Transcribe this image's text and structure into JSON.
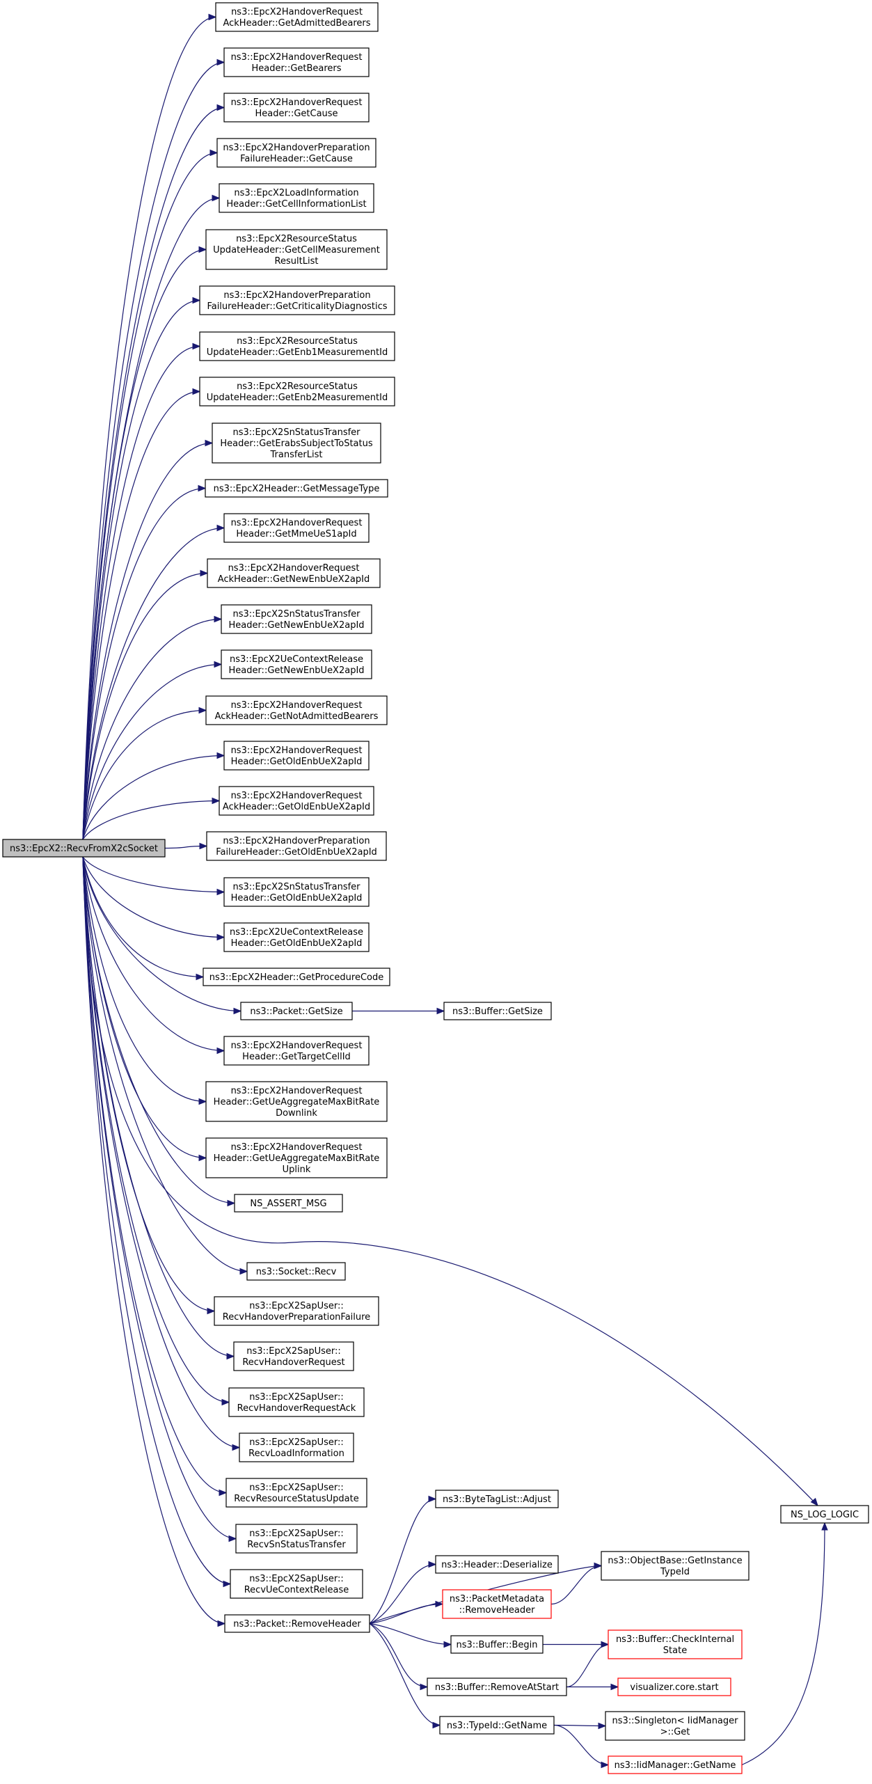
{
  "nodes": [
    {
      "id": "root",
      "lines": [
        "ns3::EpcX2::RecvFromX2cSocket"
      ],
      "style": "root"
    },
    {
      "id": "n1",
      "lines": [
        "ns3::EpcX2HandoverRequest",
        "AckHeader::GetAdmittedBearers"
      ]
    },
    {
      "id": "n2",
      "lines": [
        "ns3::EpcX2HandoverRequest",
        "Header::GetBearers"
      ]
    },
    {
      "id": "n3",
      "lines": [
        "ns3::EpcX2HandoverRequest",
        "Header::GetCause"
      ]
    },
    {
      "id": "n4",
      "lines": [
        "ns3::EpcX2HandoverPreparation",
        "FailureHeader::GetCause"
      ]
    },
    {
      "id": "n5",
      "lines": [
        "ns3::EpcX2LoadInformation",
        "Header::GetCellInformationList"
      ]
    },
    {
      "id": "n6",
      "lines": [
        "ns3::EpcX2ResourceStatus",
        "UpdateHeader::GetCellMeasurement",
        "ResultList"
      ]
    },
    {
      "id": "n7",
      "lines": [
        "ns3::EpcX2HandoverPreparation",
        "FailureHeader::GetCriticalityDiagnostics"
      ]
    },
    {
      "id": "n8",
      "lines": [
        "ns3::EpcX2ResourceStatus",
        "UpdateHeader::GetEnb1MeasurementId"
      ]
    },
    {
      "id": "n9",
      "lines": [
        "ns3::EpcX2ResourceStatus",
        "UpdateHeader::GetEnb2MeasurementId"
      ]
    },
    {
      "id": "n10",
      "lines": [
        "ns3::EpcX2SnStatusTransfer",
        "Header::GetErabsSubjectToStatus",
        "TransferList"
      ]
    },
    {
      "id": "n11",
      "lines": [
        "ns3::EpcX2Header::GetMessageType"
      ]
    },
    {
      "id": "n12",
      "lines": [
        "ns3::EpcX2HandoverRequest",
        "Header::GetMmeUeS1apId"
      ]
    },
    {
      "id": "n13",
      "lines": [
        "ns3::EpcX2HandoverRequest",
        "AckHeader::GetNewEnbUeX2apId"
      ]
    },
    {
      "id": "n14",
      "lines": [
        "ns3::EpcX2SnStatusTransfer",
        "Header::GetNewEnbUeX2apId"
      ]
    },
    {
      "id": "n15",
      "lines": [
        "ns3::EpcX2UeContextRelease",
        "Header::GetNewEnbUeX2apId"
      ]
    },
    {
      "id": "n16",
      "lines": [
        "ns3::EpcX2HandoverRequest",
        "AckHeader::GetNotAdmittedBearers"
      ]
    },
    {
      "id": "n17",
      "lines": [
        "ns3::EpcX2HandoverRequest",
        "Header::GetOldEnbUeX2apId"
      ]
    },
    {
      "id": "n18",
      "lines": [
        "ns3::EpcX2HandoverRequest",
        "AckHeader::GetOldEnbUeX2apId"
      ]
    },
    {
      "id": "n19",
      "lines": [
        "ns3::EpcX2HandoverPreparation",
        "FailureHeader::GetOldEnbUeX2apId"
      ]
    },
    {
      "id": "n20",
      "lines": [
        "ns3::EpcX2SnStatusTransfer",
        "Header::GetOldEnbUeX2apId"
      ]
    },
    {
      "id": "n21",
      "lines": [
        "ns3::EpcX2UeContextRelease",
        "Header::GetOldEnbUeX2apId"
      ]
    },
    {
      "id": "n22",
      "lines": [
        "ns3::EpcX2Header::GetProcedureCode"
      ]
    },
    {
      "id": "n23",
      "lines": [
        "ns3::Packet::GetSize"
      ]
    },
    {
      "id": "n24",
      "lines": [
        "ns3::Buffer::GetSize"
      ]
    },
    {
      "id": "n25",
      "lines": [
        "ns3::EpcX2HandoverRequest",
        "Header::GetTargetCellId"
      ]
    },
    {
      "id": "n26",
      "lines": [
        "ns3::EpcX2HandoverRequest",
        "Header::GetUeAggregateMaxBitRate",
        "Downlink"
      ]
    },
    {
      "id": "n27",
      "lines": [
        "ns3::EpcX2HandoverRequest",
        "Header::GetUeAggregateMaxBitRate",
        "Uplink"
      ]
    },
    {
      "id": "n28",
      "lines": [
        "NS_ASSERT_MSG"
      ]
    },
    {
      "id": "n29",
      "lines": [
        "NS_LOG_LOGIC"
      ]
    },
    {
      "id": "n30",
      "lines": [
        "ns3::Socket::Recv"
      ]
    },
    {
      "id": "n31",
      "lines": [
        "ns3::EpcX2SapUser::",
        "RecvHandoverPreparationFailure"
      ]
    },
    {
      "id": "n32",
      "lines": [
        "ns3::EpcX2SapUser::",
        "RecvHandoverRequest"
      ]
    },
    {
      "id": "n33",
      "lines": [
        "ns3::EpcX2SapUser::",
        "RecvHandoverRequestAck"
      ]
    },
    {
      "id": "n34",
      "lines": [
        "ns3::EpcX2SapUser::",
        "RecvLoadInformation"
      ]
    },
    {
      "id": "n35",
      "lines": [
        "ns3::EpcX2SapUser::",
        "RecvResourceStatusUpdate"
      ]
    },
    {
      "id": "n36",
      "lines": [
        "ns3::EpcX2SapUser::",
        "RecvSnStatusTransfer"
      ]
    },
    {
      "id": "n37",
      "lines": [
        "ns3::EpcX2SapUser::",
        "RecvUeContextRelease"
      ]
    },
    {
      "id": "n38",
      "lines": [
        "ns3::Packet::RemoveHeader"
      ]
    },
    {
      "id": "n39",
      "lines": [
        "ns3::ByteTagList::Adjust"
      ]
    },
    {
      "id": "n40",
      "lines": [
        "ns3::ObjectBase::GetInstance",
        "TypeId"
      ]
    },
    {
      "id": "n41",
      "lines": [
        "ns3::Header::Deserialize"
      ]
    },
    {
      "id": "n42",
      "lines": [
        "ns3::PacketMetadata",
        "::RemoveHeader"
      ],
      "style": "red"
    },
    {
      "id": "n43",
      "lines": [
        "ns3::Buffer::Begin"
      ]
    },
    {
      "id": "n44",
      "lines": [
        "ns3::Buffer::CheckInternal",
        "State"
      ],
      "style": "red"
    },
    {
      "id": "n45",
      "lines": [
        "ns3::Buffer::RemoveAtStart"
      ]
    },
    {
      "id": "n46",
      "lines": [
        "visualizer.core.start"
      ],
      "style": "red"
    },
    {
      "id": "n47",
      "lines": [
        "ns3::TypeId::GetName"
      ]
    },
    {
      "id": "n48",
      "lines": [
        "ns3::Singleton< IidManager",
        " >::Get"
      ]
    },
    {
      "id": "n49",
      "lines": [
        "ns3::IidManager::GetName"
      ],
      "style": "red"
    }
  ],
  "edges": [
    [
      "root",
      "n1"
    ],
    [
      "root",
      "n2"
    ],
    [
      "root",
      "n3"
    ],
    [
      "root",
      "n4"
    ],
    [
      "root",
      "n5"
    ],
    [
      "root",
      "n6"
    ],
    [
      "root",
      "n7"
    ],
    [
      "root",
      "n8"
    ],
    [
      "root",
      "n9"
    ],
    [
      "root",
      "n10"
    ],
    [
      "root",
      "n11"
    ],
    [
      "root",
      "n12"
    ],
    [
      "root",
      "n13"
    ],
    [
      "root",
      "n14"
    ],
    [
      "root",
      "n15"
    ],
    [
      "root",
      "n16"
    ],
    [
      "root",
      "n17"
    ],
    [
      "root",
      "n18"
    ],
    [
      "root",
      "n19"
    ],
    [
      "root",
      "n20"
    ],
    [
      "root",
      "n21"
    ],
    [
      "root",
      "n22"
    ],
    [
      "root",
      "n23"
    ],
    [
      "root",
      "n25"
    ],
    [
      "root",
      "n26"
    ],
    [
      "root",
      "n27"
    ],
    [
      "root",
      "n28"
    ],
    [
      "root",
      "n29"
    ],
    [
      "root",
      "n30"
    ],
    [
      "root",
      "n31"
    ],
    [
      "root",
      "n32"
    ],
    [
      "root",
      "n33"
    ],
    [
      "root",
      "n34"
    ],
    [
      "root",
      "n35"
    ],
    [
      "root",
      "n36"
    ],
    [
      "root",
      "n37"
    ],
    [
      "root",
      "n38"
    ],
    [
      "n23",
      "n24"
    ],
    [
      "n38",
      "n39"
    ],
    [
      "n38",
      "n40"
    ],
    [
      "n38",
      "n41"
    ],
    [
      "n38",
      "n42"
    ],
    [
      "n38",
      "n43"
    ],
    [
      "n38",
      "n45"
    ],
    [
      "n38",
      "n47"
    ],
    [
      "n42",
      "n40"
    ],
    [
      "n43",
      "n44"
    ],
    [
      "n45",
      "n44"
    ],
    [
      "n45",
      "n46"
    ],
    [
      "n47",
      "n48"
    ],
    [
      "n47",
      "n49"
    ],
    [
      "n49",
      "n29"
    ]
  ]
}
